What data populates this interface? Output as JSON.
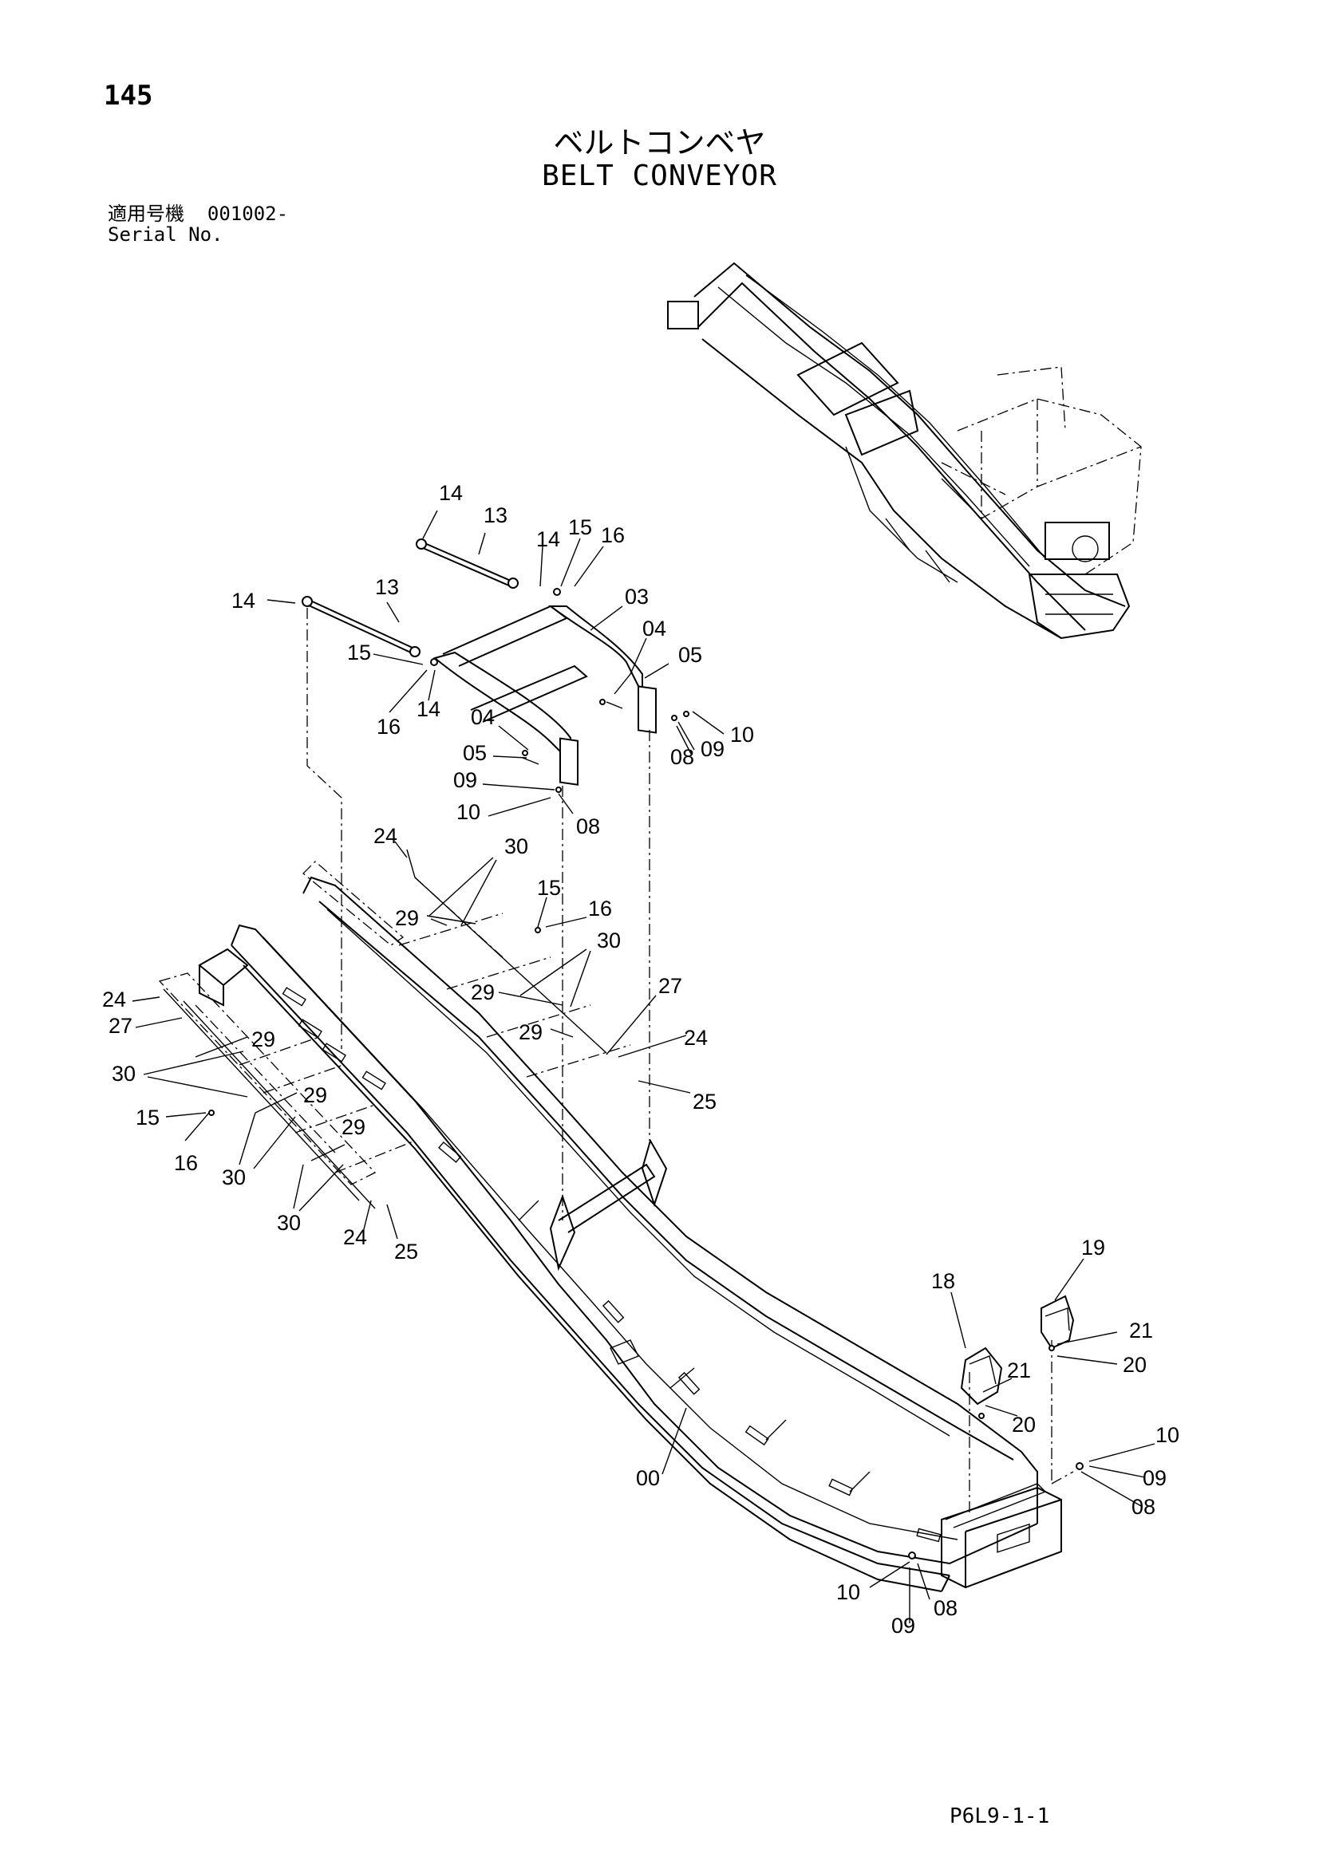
{
  "header": {
    "page_number": "145",
    "title_jp": "ベルトコンベヤ",
    "title_en": "BELT CONVEYOR",
    "serial_label_jp": "適用号機",
    "serial_value": "001002-",
    "serial_label_en": "Serial No."
  },
  "footer": {
    "drawing_code": "P6L9-1-1"
  },
  "callouts": {
    "c14a": "14",
    "c13a": "13",
    "c14b": "14",
    "c15a": "15",
    "c16a": "16",
    "c14c": "14",
    "c13b": "13",
    "c03": "03",
    "c04a": "04",
    "c05a": "05",
    "c15b": "15",
    "c14d": "14",
    "c16b": "16",
    "c04b": "04",
    "c08a": "08",
    "c09a": "09",
    "c10a": "10",
    "c05b": "05",
    "c09b": "09",
    "c10b": "10",
    "c08b": "08",
    "c24a": "24",
    "c30a": "30",
    "c29a": "29",
    "c15c": "15",
    "c16c": "16",
    "c30b": "30",
    "c29b": "29",
    "c29c": "29",
    "c27a": "27",
    "c24b": "24",
    "c25a": "25",
    "c24c": "24",
    "c27b": "27",
    "c29d": "29",
    "c30c": "30",
    "c29e": "29",
    "c15d": "15",
    "c16d": "16",
    "c30d": "30",
    "c29f": "29",
    "c30e": "30",
    "c24d": "24",
    "c25b": "25",
    "c19": "19",
    "c18": "18",
    "c21a": "21",
    "c20a": "20",
    "c21b": "21",
    "c20b": "20",
    "c10c": "10",
    "c09c": "09",
    "c08c": "08",
    "c00": "00",
    "c10d": "10",
    "c08d": "08",
    "c09d": "09"
  }
}
